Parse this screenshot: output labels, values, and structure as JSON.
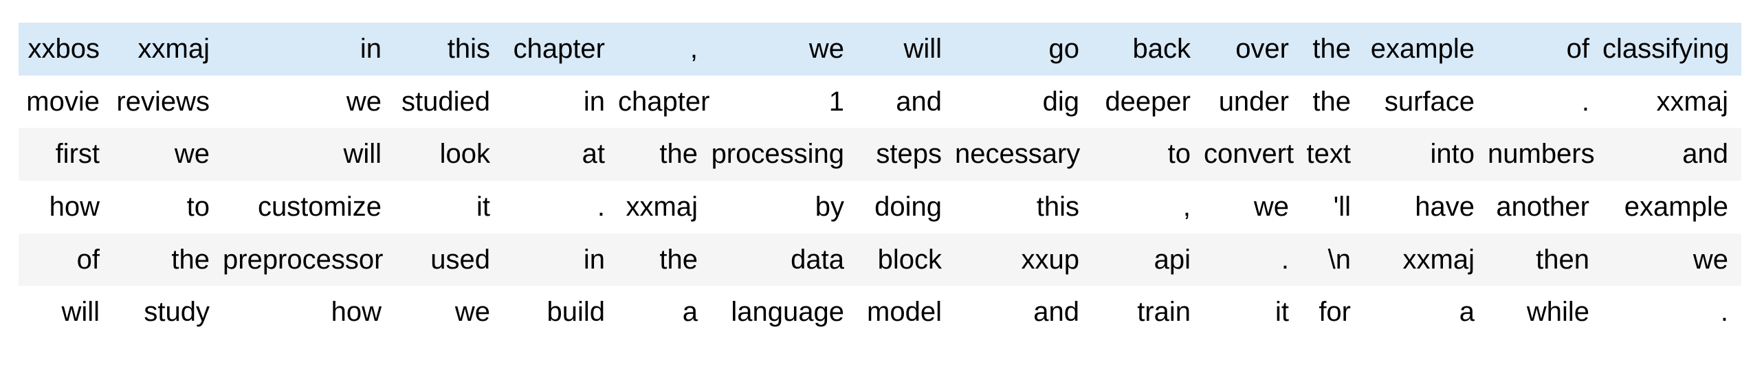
{
  "page": {
    "background": "#ffffff"
  },
  "token_table": {
    "colors": {
      "highlight_row": "#d8e9f7",
      "stripe_row": "#f5f5f5",
      "plain_row": "#ffffff",
      "text": "#000000"
    },
    "rows": [
      {
        "style": "highlight",
        "tokens": [
          "xxbos",
          "xxmaj",
          "in",
          "this",
          "chapter",
          ",",
          "we",
          "will",
          "go",
          "back",
          "over",
          "the",
          "example",
          "of",
          "classifying"
        ]
      },
      {
        "style": "plain",
        "tokens": [
          "movie",
          "reviews",
          "we",
          "studied",
          "in",
          "chapter",
          "1",
          "and",
          "dig",
          "deeper",
          "under",
          "the",
          "surface",
          ".",
          "xxmaj"
        ]
      },
      {
        "style": "stripe",
        "tokens": [
          "first",
          "we",
          "will",
          "look",
          "at",
          "the",
          "processing",
          "steps",
          "necessary",
          "to",
          "convert",
          "text",
          "into",
          "numbers",
          "and"
        ]
      },
      {
        "style": "plain",
        "tokens": [
          "how",
          "to",
          "customize",
          "it",
          ".",
          "xxmaj",
          "by",
          "doing",
          "this",
          ",",
          "we",
          "'ll",
          "have",
          "another",
          "example"
        ]
      },
      {
        "style": "stripe",
        "tokens": [
          "of",
          "the",
          "preprocessor",
          "used",
          "in",
          "the",
          "data",
          "block",
          "xxup",
          "api",
          ".",
          "\\n",
          "xxmaj",
          "then",
          "we"
        ]
      },
      {
        "style": "plain",
        "tokens": [
          "will",
          "study",
          "how",
          "we",
          "build",
          "a",
          "language",
          "model",
          "and",
          "train",
          "it",
          "for",
          "a",
          "while",
          "."
        ]
      }
    ]
  }
}
